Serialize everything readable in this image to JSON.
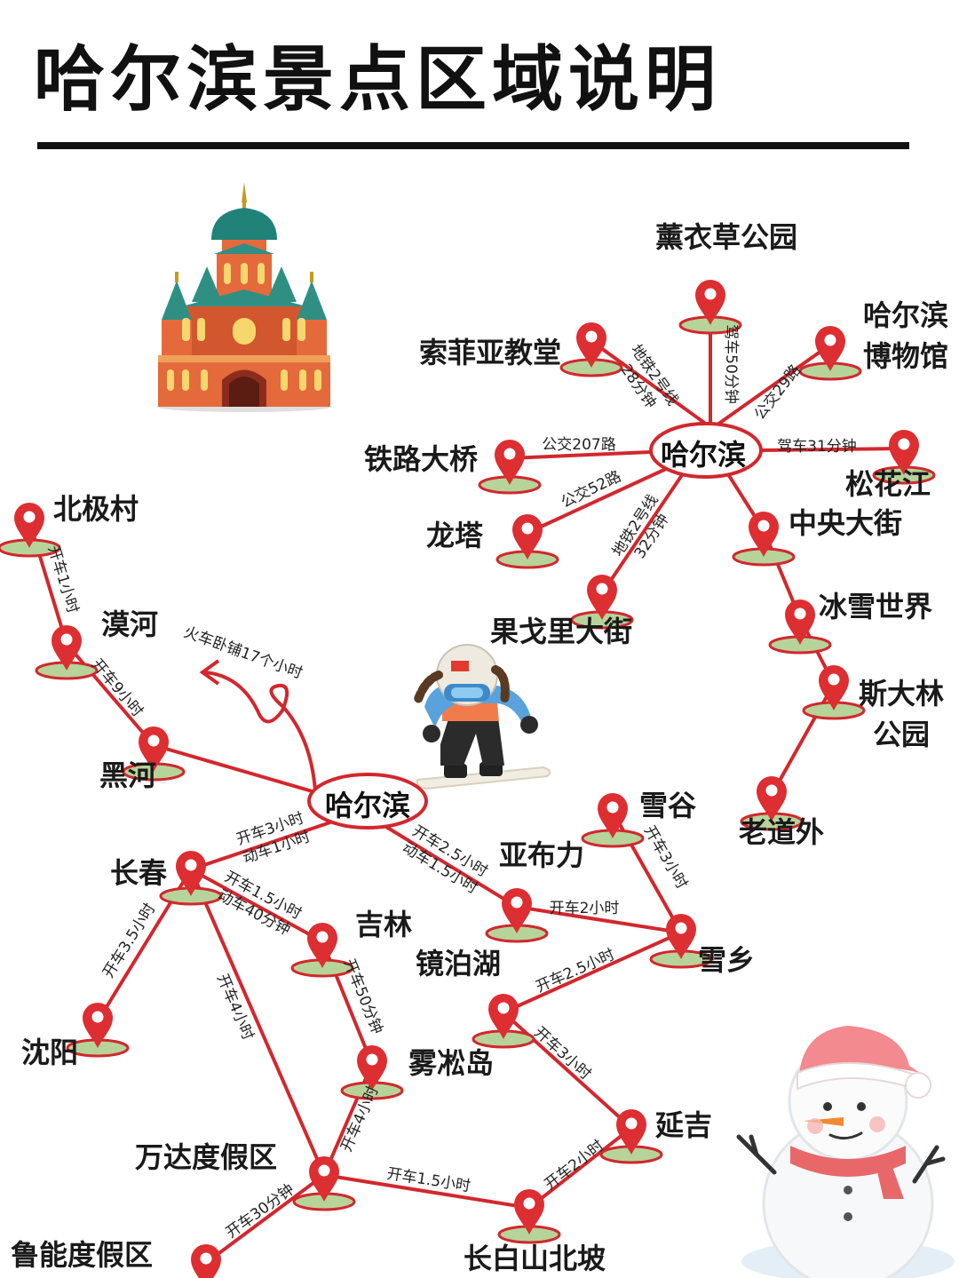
{
  "title": "哈尔滨景点区域说明",
  "hub_label": "哈尔滨",
  "places": {
    "lavender": "薰衣草公园",
    "sophia": "索菲亚教堂",
    "museum_1": "哈尔滨",
    "museum_2": "博物馆",
    "bridge": "铁路大桥",
    "songhua": "松花江",
    "longta": "龙塔",
    "central": "中央大街",
    "guogeli": "果戈里大街",
    "icesnow": "冰雪世界",
    "stalin_1": "斯大林",
    "stalin_2": "公园",
    "laodao": "老道外",
    "beiji": "北极村",
    "mohe": "漠河",
    "heihe": "黑河",
    "xuegu": "雪谷",
    "yabuli": "亚布力",
    "changchun": "长春",
    "jilin": "吉林",
    "xuexiang": "雪乡",
    "jingpo": "镜泊湖",
    "shenyang": "沈阳",
    "wusong": "雾凇岛",
    "yanji": "延吉",
    "wanda": "万达度假区",
    "changbai": "长白山北坡",
    "luneng": "鲁能度假区"
  },
  "routes": {
    "sophia": [
      "地铁2号线",
      "28分钟"
    ],
    "lavender": "驾车50分钟",
    "museum": "公交29路",
    "bridge": "公交207路",
    "songhua": "驾车31分钟",
    "longta": "公交52路",
    "guogeli": [
      "地铁2号线",
      "32分钟"
    ],
    "beiji_mohe": "开车1小时",
    "mohe_heihe": "开车9小时",
    "train": "火车卧铺17个小时",
    "hub_changchun": [
      "开车3小时",
      "动车1小时"
    ],
    "hub_yabuli": [
      "开车2.5小时",
      "动车1.5小时"
    ],
    "yabuli_xuexiang": "开车2小时",
    "xuegu_xuexiang": "开车3小时",
    "changchun_jilin": [
      "开车1.5小时",
      "动车40分钟"
    ],
    "changchun_shenyang": "开车3.5小时",
    "changchun_wanda": "开车4小时",
    "jilin_wusong": "开车50分钟",
    "xuexiang_jingpo": "开车2.5小时",
    "jingpo_yanji": "开车3小时",
    "wusong_wanda": "开车4小时",
    "wanda_changbai": "开车1.5小时",
    "changbai_yanji": "开车2小时",
    "wanda_luneng": "开车30分钟"
  },
  "colors": {
    "route": "#d1282e",
    "pin": "#dd2e32",
    "pin_base": "#b6d39a"
  },
  "illustrations": [
    "cathedral",
    "snowboarder",
    "snowman"
  ]
}
